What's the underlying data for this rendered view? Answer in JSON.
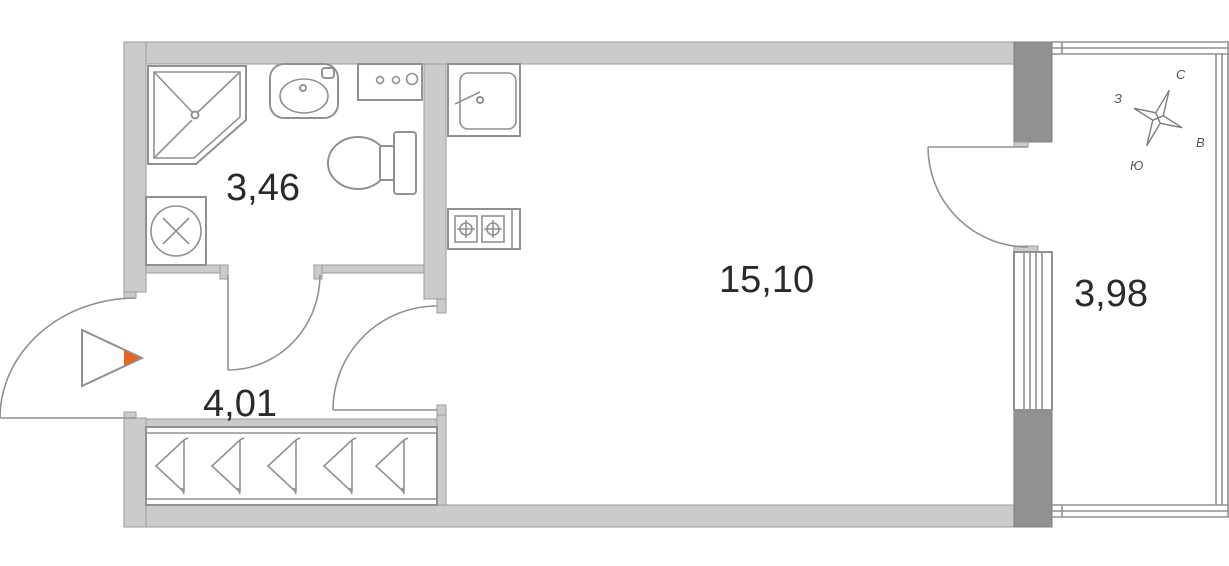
{
  "rooms": {
    "bathroom": {
      "area": "3,46"
    },
    "hall": {
      "area": "4,01"
    },
    "living": {
      "area": "15,10"
    },
    "balcony": {
      "area": "3,98"
    }
  },
  "compass": {
    "north": "С",
    "east": "В",
    "south": "Ю",
    "west": "З"
  },
  "colors": {
    "wall": "#c9cbcc",
    "wall_dark": "#8f9193",
    "line": "#8f9193",
    "entrance_marker": "#e8641e"
  }
}
